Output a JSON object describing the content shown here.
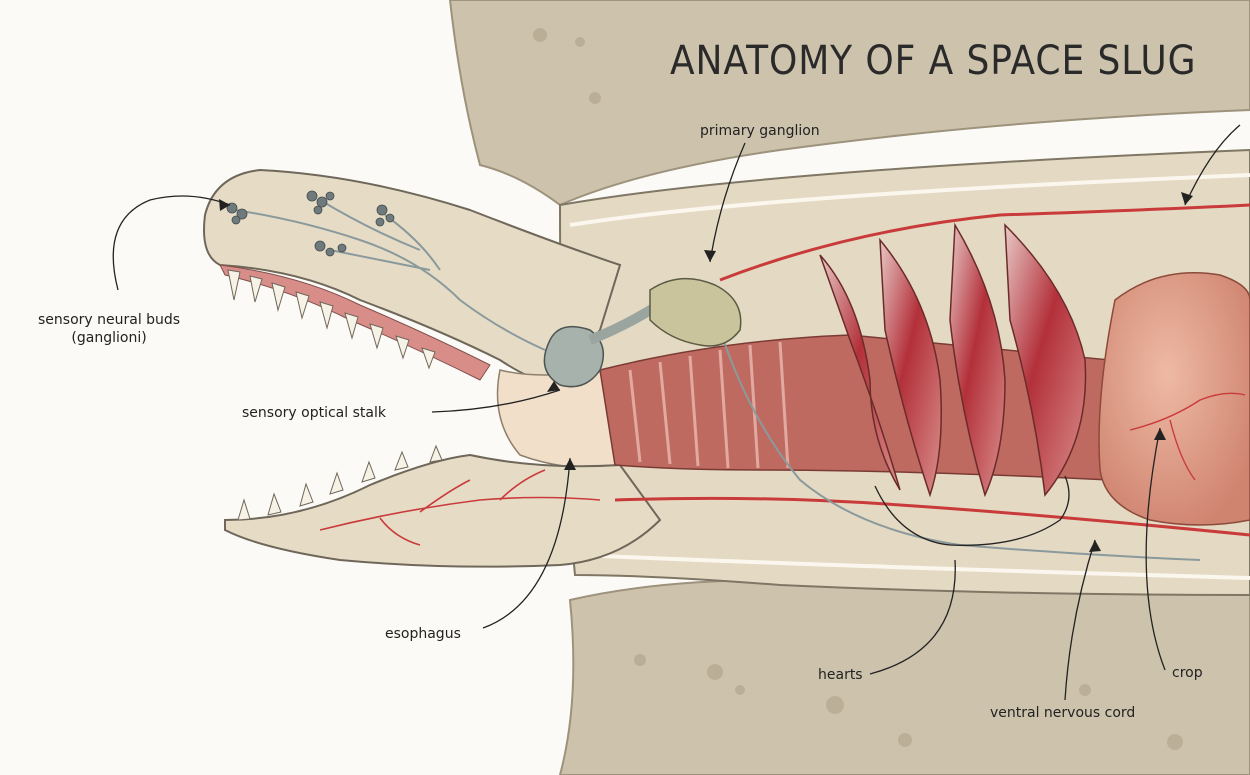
{
  "title": "ANATOMY OF A SPACE SLUG",
  "labels": {
    "primary_ganglion": "primary ganglion",
    "sensory_neural_buds": "sensory neural buds",
    "ganglioni": "(ganglioni)",
    "sensory_optical_stalk": "sensory optical stalk",
    "esophagus": "esophagus",
    "hearts": "hearts",
    "ventral_nervous_cord": "ventral nervous cord",
    "crop": "crop"
  },
  "colors": {
    "rock": "#cdc3ad",
    "skin": "#e3d8c0",
    "flesh_red": "#b33d42",
    "vessel": "#c93b3b",
    "nerve": "#8a9a9c",
    "crop": "#e2a38c"
  }
}
